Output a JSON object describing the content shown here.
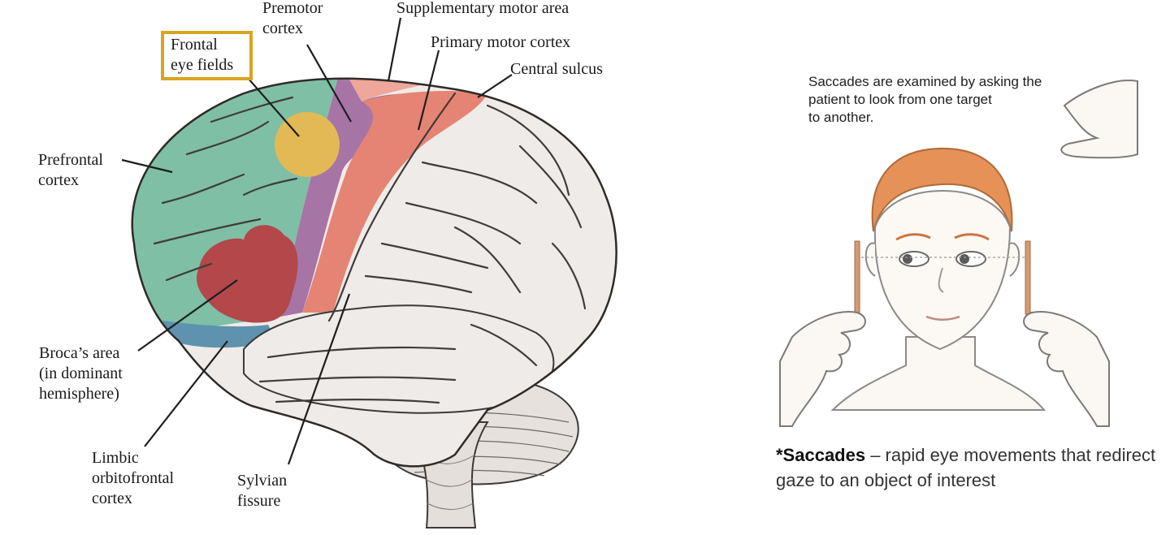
{
  "brain": {
    "labels": {
      "premotor": "Premotor\ncortex",
      "supplementary": "Supplementary motor area",
      "primary_motor": "Primary motor cortex",
      "central_sulcus": "Central sulcus",
      "frontal_eye": "Frontal\neye fields",
      "prefrontal": "Prefrontal\ncortex",
      "broca": "Broca’s area\n(in dominant\nhemisphere)",
      "limbic": "Limbic\norbitofrontal\ncortex",
      "sylvian": "Sylvian\nfissure"
    },
    "colors": {
      "prefrontal": "#7fbfa6",
      "frontal_eye": "#e2b955",
      "premotor": "#a774a6",
      "primary_motor": "#e58474",
      "supplementary": "#eea79a",
      "broca": "#b3474a",
      "orbitofrontal": "#5f93ad",
      "cortex": "#efebe8",
      "highlight_box": "#d9a520"
    }
  },
  "saccades": {
    "instruction": "Saccades are examined by asking the\npatient to look from one target\nto another.",
    "caption_term": "*Saccades",
    "caption_rest": " – rapid eye movements that redirect gaze to an object of interest"
  }
}
